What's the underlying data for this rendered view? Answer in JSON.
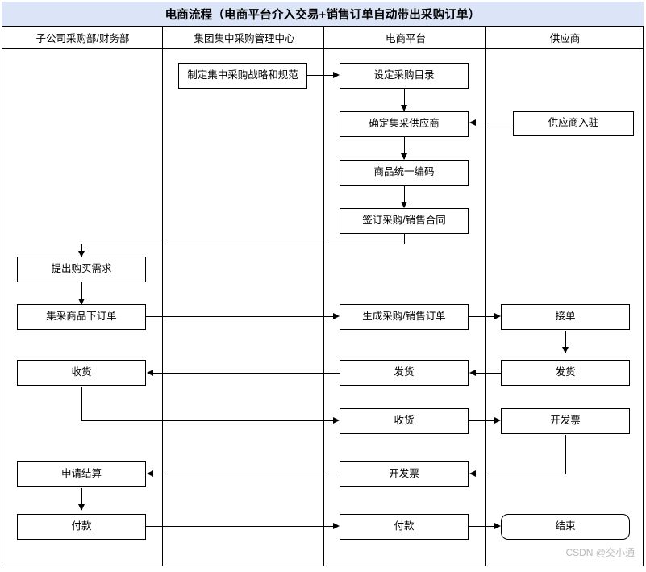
{
  "diagram": {
    "title": "电商流程（电商平台介入交易+销售订单自动带出采购订单）",
    "title_bg": "#dbe5f7",
    "border_color": "#000000",
    "watermark": "CSDN @交小通",
    "lanes": [
      {
        "id": "lane-subsidiary",
        "label": "子公司采购部/财务部"
      },
      {
        "id": "lane-group-center",
        "label": "集团集中采购管理中心"
      },
      {
        "id": "lane-platform",
        "label": "电商平台"
      },
      {
        "id": "lane-supplier",
        "label": "供应商"
      }
    ],
    "nodes": [
      {
        "id": "n-strategy",
        "lane": "lane-group-center",
        "label": "制定集中采购战略和规范",
        "shape": "rect"
      },
      {
        "id": "n-catalog",
        "lane": "lane-platform",
        "label": "设定采购目录",
        "shape": "rect"
      },
      {
        "id": "n-confirm-supplier",
        "lane": "lane-platform",
        "label": "确定集采供应商",
        "shape": "rect"
      },
      {
        "id": "n-unified-code",
        "lane": "lane-platform",
        "label": "商品统一编码",
        "shape": "rect"
      },
      {
        "id": "n-sign-contract",
        "lane": "lane-platform",
        "label": "签订采购/销售合同",
        "shape": "rect"
      },
      {
        "id": "n-supplier-onboard",
        "lane": "lane-supplier",
        "label": "供应商入驻",
        "shape": "rect"
      },
      {
        "id": "n-raise-demand",
        "lane": "lane-subsidiary",
        "label": "提出购买需求",
        "shape": "rect"
      },
      {
        "id": "n-place-order",
        "lane": "lane-subsidiary",
        "label": "集采商品下订单",
        "shape": "rect"
      },
      {
        "id": "n-gen-order",
        "lane": "lane-platform",
        "label": "生成采购/销售订单",
        "shape": "rect"
      },
      {
        "id": "n-accept-order",
        "lane": "lane-supplier",
        "label": "接单",
        "shape": "rect"
      },
      {
        "id": "n-recv-sub",
        "lane": "lane-subsidiary",
        "label": "收货",
        "shape": "rect"
      },
      {
        "id": "n-ship-platform",
        "lane": "lane-platform",
        "label": "发货",
        "shape": "rect"
      },
      {
        "id": "n-ship-supplier",
        "lane": "lane-supplier",
        "label": "发货",
        "shape": "rect"
      },
      {
        "id": "n-recv-platform",
        "lane": "lane-platform",
        "label": "收货",
        "shape": "rect"
      },
      {
        "id": "n-invoice-supplier",
        "lane": "lane-supplier",
        "label": "开发票",
        "shape": "rect"
      },
      {
        "id": "n-apply-settle",
        "lane": "lane-subsidiary",
        "label": "申请结算",
        "shape": "rect"
      },
      {
        "id": "n-invoice-platform",
        "lane": "lane-platform",
        "label": "开发票",
        "shape": "rect"
      },
      {
        "id": "n-pay-sub",
        "lane": "lane-subsidiary",
        "label": "付款",
        "shape": "rect"
      },
      {
        "id": "n-pay-platform",
        "lane": "lane-platform",
        "label": "付款",
        "shape": "rect"
      },
      {
        "id": "n-end",
        "lane": "lane-supplier",
        "label": "结束",
        "shape": "rounded"
      }
    ],
    "edges": [
      {
        "from": "n-strategy",
        "to": "n-catalog"
      },
      {
        "from": "n-catalog",
        "to": "n-confirm-supplier"
      },
      {
        "from": "n-supplier-onboard",
        "to": "n-confirm-supplier"
      },
      {
        "from": "n-confirm-supplier",
        "to": "n-unified-code"
      },
      {
        "from": "n-unified-code",
        "to": "n-sign-contract"
      },
      {
        "from": "n-sign-contract",
        "to": "n-raise-demand"
      },
      {
        "from": "n-raise-demand",
        "to": "n-place-order"
      },
      {
        "from": "n-place-order",
        "to": "n-gen-order"
      },
      {
        "from": "n-gen-order",
        "to": "n-accept-order"
      },
      {
        "from": "n-accept-order",
        "to": "n-ship-supplier"
      },
      {
        "from": "n-ship-supplier",
        "to": "n-ship-platform"
      },
      {
        "from": "n-ship-platform",
        "to": "n-recv-sub"
      },
      {
        "from": "n-recv-sub",
        "to": "n-recv-platform"
      },
      {
        "from": "n-recv-platform",
        "to": "n-invoice-supplier"
      },
      {
        "from": "n-invoice-supplier",
        "to": "n-invoice-platform"
      },
      {
        "from": "n-invoice-platform",
        "to": "n-apply-settle"
      },
      {
        "from": "n-apply-settle",
        "to": "n-pay-sub"
      },
      {
        "from": "n-pay-sub",
        "to": "n-pay-platform"
      },
      {
        "from": "n-pay-platform",
        "to": "n-end"
      }
    ]
  }
}
